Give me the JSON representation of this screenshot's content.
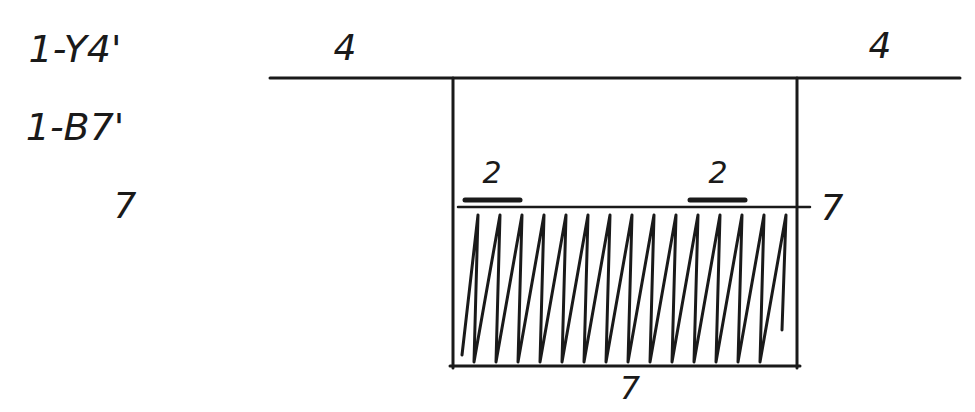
{
  "diagram": {
    "labels": [
      "1-Y4'",
      "1-B7'",
      "4",
      "4",
      "7",
      "2",
      "2",
      "7",
      "7"
    ]
  }
}
